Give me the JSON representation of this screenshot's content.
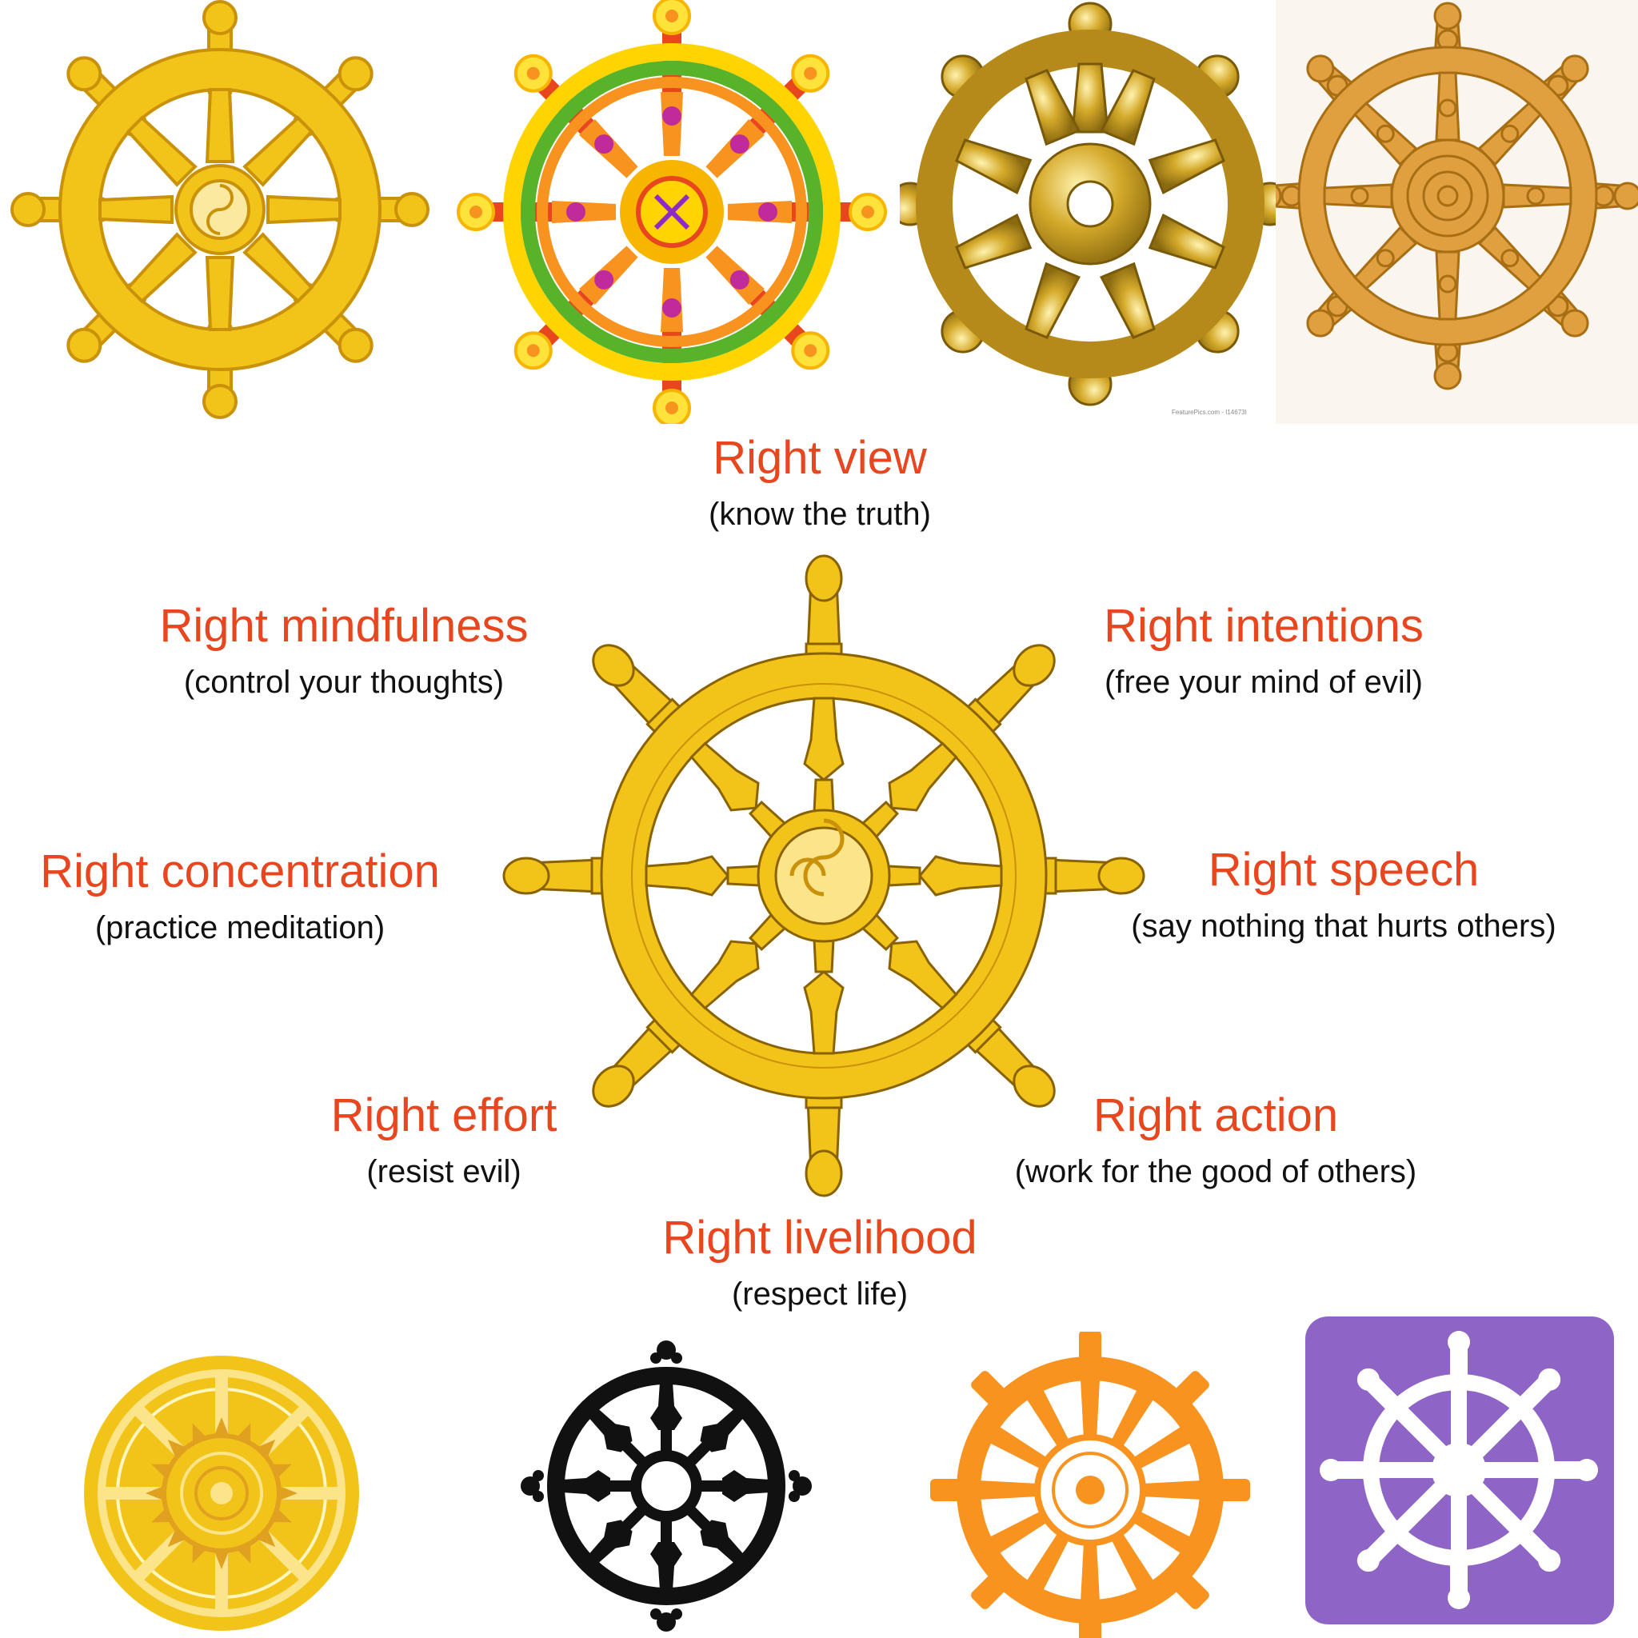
{
  "colors": {
    "gold": "#f2c318",
    "gold_dark": "#c9920a",
    "label_red": "#e8461e",
    "label_black": "#111111",
    "orange": "#f7931e",
    "purple": "#8e65c7"
  },
  "top_row": [
    {
      "icon": "dharma-wheel-gold-icon"
    },
    {
      "icon": "dharma-wheel-flower-icon"
    },
    {
      "icon": "dharma-wheel-metal-icon"
    },
    {
      "icon": "dharma-wheel-ornate-icon"
    }
  ],
  "watermark": "FeaturePics.com - I14673I",
  "path": {
    "top": {
      "title": "Right view",
      "sub": "(know the truth)"
    },
    "upper_left": {
      "title": "Right mindfulness",
      "sub": "(control your thoughts)"
    },
    "upper_right": {
      "title": "Right intentions",
      "sub": "(free your mind of evil)"
    },
    "left": {
      "title": "Right concentration",
      "sub": "(practice meditation)"
    },
    "right": {
      "title": "Right speech",
      "sub": "(say nothing that hurts others)"
    },
    "lower_left": {
      "title": "Right effort",
      "sub": "(resist evil)"
    },
    "lower_right": {
      "title": "Right action",
      "sub": "(work for the good of others)"
    },
    "bottom": {
      "title": "Right livelihood",
      "sub": "(respect life)"
    }
  },
  "bottom_row": [
    {
      "icon": "dharma-wheel-sun-icon"
    },
    {
      "icon": "dharma-wheel-black-icon"
    },
    {
      "icon": "dharma-wheel-orange-icon"
    },
    {
      "icon": "dharma-wheel-purple-app-icon"
    }
  ]
}
